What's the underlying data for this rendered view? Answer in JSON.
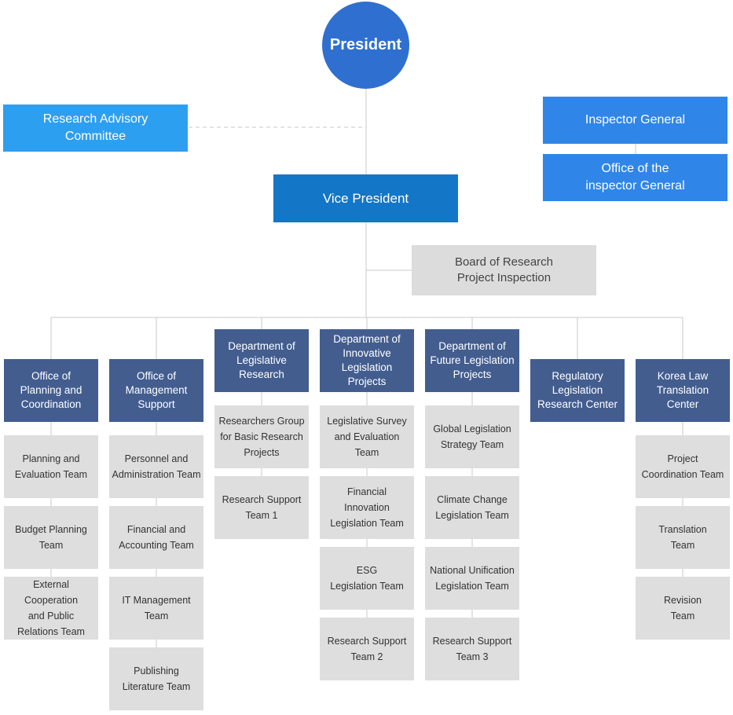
{
  "president": "President",
  "advisory": "Research Advisory\nCommittee",
  "inspector": "Inspector General",
  "inspector_office": "Office of the\ninspector General",
  "vice_president": "Vice President",
  "board": "Board of Research\nProject Inspection",
  "departments": [
    {
      "name": "Office of\nPlanning and\nCoordination",
      "teams": [
        "Planning and\nEvaluation Team",
        "Budget Planning\nTeam",
        "External Cooperation\nand Public\nRelations Team"
      ]
    },
    {
      "name": "Office of\nManagement\nSupport",
      "teams": [
        "Personnel and\nAdministration Team",
        "Financial and\nAccounting Team",
        "IT Management\nTeam",
        "Publishing\nLiterature Team"
      ]
    },
    {
      "name": "Department of\nLegislative\nResearch",
      "teams": [
        "Researchers Group\nfor Basic Research\nProjects",
        "Research Support\nTeam 1"
      ]
    },
    {
      "name": "Department of\nInnovative\nLegislation Projects",
      "teams": [
        "Legislative Survey\nand Evaluation\nTeam",
        "Financial\nInnovation\nLegislation Team",
        "ESG\nLegislation Team",
        "Research Support\nTeam 2"
      ]
    },
    {
      "name": "Department of\nFuture Legislation\nProjects",
      "teams": [
        "Global Legislation\nStrategy Team",
        "Climate Change\nLegislation Team",
        "National Unification\nLegislation Team",
        "Research Support\nTeam 3"
      ]
    },
    {
      "name": "Regulatory\nLegislation\nResearch Center",
      "teams": []
    },
    {
      "name": "Korea Law\nTranslation\nCenter",
      "teams": [
        "Project\nCoordination Team",
        "Translation\nTeam",
        "Revision\nTeam"
      ]
    }
  ]
}
